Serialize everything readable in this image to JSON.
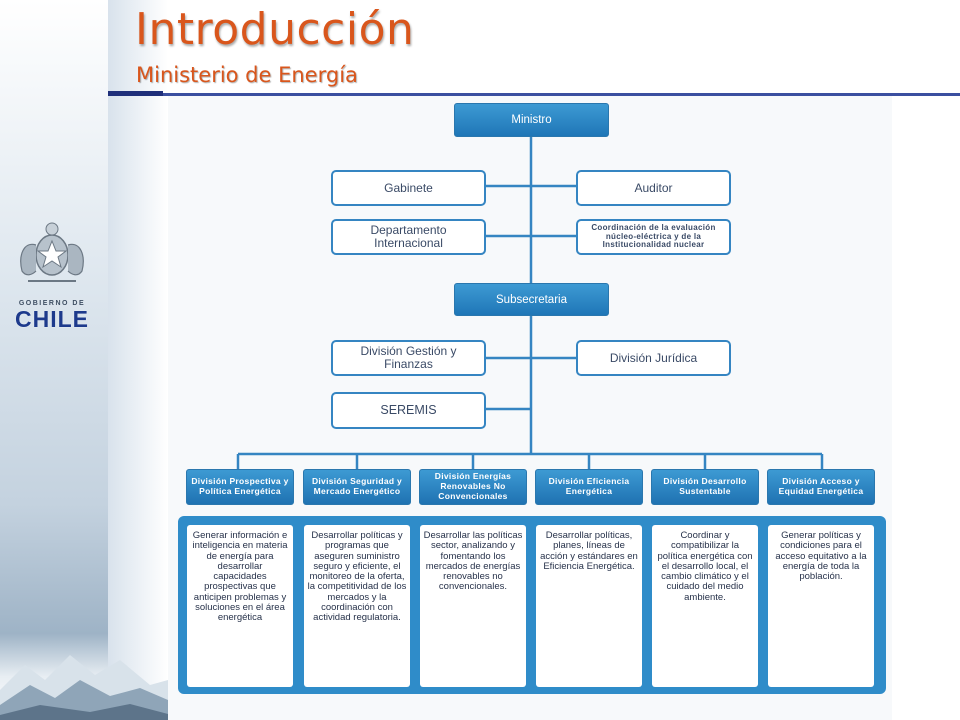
{
  "header": {
    "title": "Introducción",
    "subtitle": "Ministerio de Energía"
  },
  "logo": {
    "line1": "GOBIERNO DE",
    "line2": "CHILE"
  },
  "org": {
    "top": "Ministro",
    "advisors_left": [
      "Gabinete",
      "Departamento Internacional"
    ],
    "advisors_right": [
      "Auditor",
      "Coordinación de la evaluación núcleo-eléctrica y de la Institucionalidad nuclear"
    ],
    "sub": "Subsecretaria",
    "sub_left": [
      "División Gestión y Finanzas",
      "SEREMIS"
    ],
    "sub_right": [
      "División Jurídica"
    ],
    "divisions": [
      "División Prospectiva y Política Energética",
      "División Seguridad y Mercado Energético",
      "División Energías Renovables No Convencionales",
      "División Eficiencia Energética",
      "División Desarrollo Sustentable",
      "División Acceso y Equidad Energética"
    ],
    "descriptions": [
      "Generar información e inteligencia en materia de energía para desarrollar capacidades prospectivas que anticipen problemas y soluciones en el área energética",
      "Desarrollar políticas y programas que aseguren suministro seguro y eficiente, el monitoreo de la oferta, la competitividad de los mercados y la coordinación con actividad regulatoria.",
      "Desarrollar las políticas sector, analizando y fomentando los mercados de energías renovables no convencionales.",
      "Desarrollar políticas, planes, líneas de acción y estándares en Eficiencia Energética.",
      "Coordinar y compatibilizar la política energética con el desarrollo local, el cambio climático y el cuidado del medio ambiente.",
      "Generar políticas y condiciones para el acceso equitativo a la energía de toda la población."
    ]
  },
  "colors": {
    "title": "#d9561c",
    "rule": "#3b4fa0",
    "box_blue": "#1f76b7",
    "box_border": "#3585c2"
  }
}
